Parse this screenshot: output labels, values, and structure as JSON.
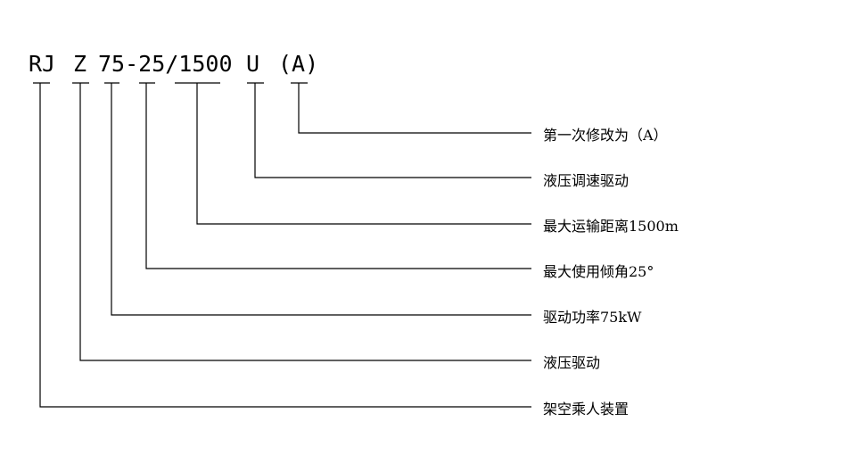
{
  "model_code": {
    "parts": [
      "RJ",
      "Z",
      "75-25/1500",
      "U",
      "(A)"
    ]
  },
  "explanations": [
    "第一次修改为（A）",
    "液压调速驱动",
    "最大运输距离1500m",
    "最大使用倾角25°",
    "驱动功率75kW",
    "液压驱动",
    "架空乘人装置"
  ]
}
